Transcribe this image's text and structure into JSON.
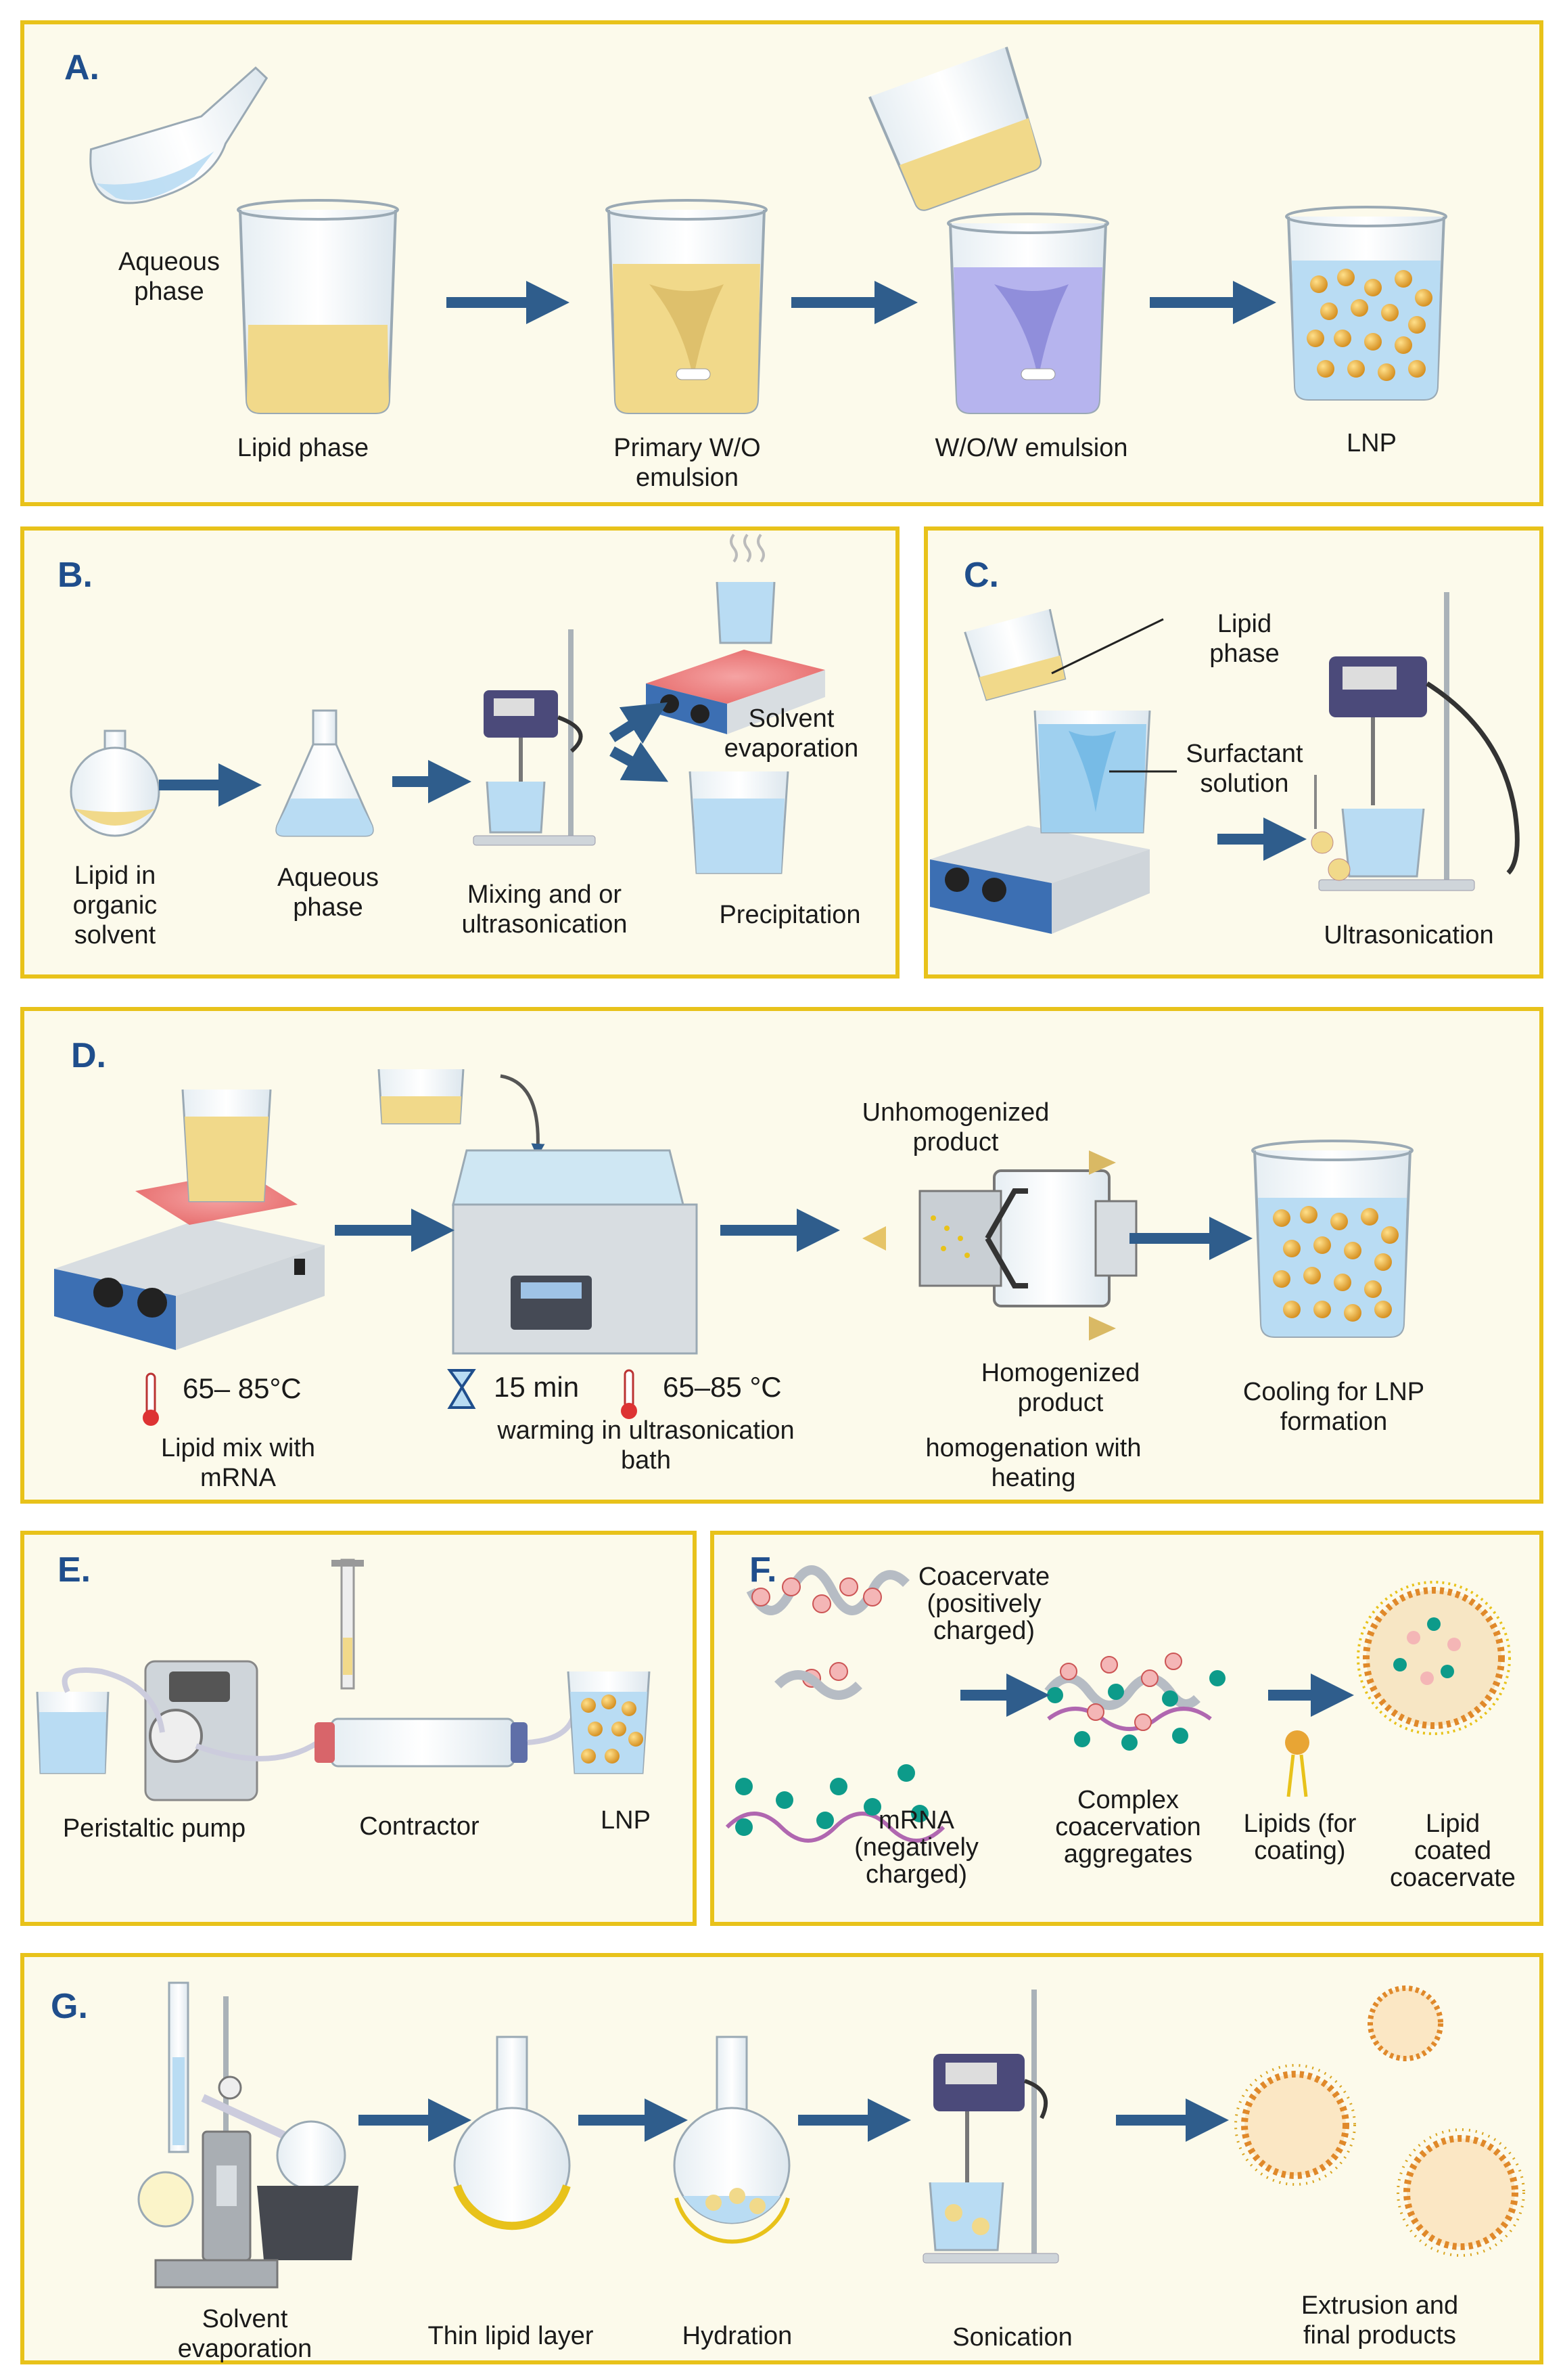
{
  "colors": {
    "panel_border": "#e8c21a",
    "panel_bg": "#fcfaeb",
    "arrow": "#2f5d8c",
    "panel_letter": "#1f4e8c",
    "lipid_yellow": "#f1d98a",
    "aqueous_blue": "#b9dcf3",
    "lnp_orange": "#e8a534"
  },
  "panels": {
    "a": {
      "letter": "A.",
      "aqueous_phase": "Aqueous\nphase",
      "lipid_phase": "Lipid phase",
      "primary_emulsion": "Primary W/O\nemulsion",
      "wow_emulsion": "W/O/W emulsion",
      "lnp": "LNP"
    },
    "b": {
      "letter": "B.",
      "lipid_in_solvent": "Lipid in\norganic\nsolvent",
      "aqueous_phase": "Aqueous\nphase",
      "mixing": "Mixing and or\nultrasonication",
      "solvent_evaporation": "Solvent\nevaporation",
      "precipitation": "Precipitation"
    },
    "c": {
      "letter": "C.",
      "lipid_phase": "Lipid\nphase",
      "surfactant_solution": "Surfactant\nsolution",
      "ultrasonication": "Ultrasonication"
    },
    "d": {
      "letter": "D.",
      "temp_1": "65– 85°C",
      "lipid_mix": "Lipid mix with\nmRNA",
      "time": "15 min",
      "temp_2": "65–85 °C",
      "warming": "warming in ultrasonication\nbath",
      "unhomogenized": "Unhomogenized\nproduct",
      "homogenized": "Homogenized\nproduct",
      "homogenation": "homogenation with\nheating",
      "cooling": "Cooling for LNP\nformation"
    },
    "e": {
      "letter": "E.",
      "pump": "Peristaltic pump",
      "contractor": "Contractor",
      "lnp": "LNP"
    },
    "f": {
      "letter": "F.",
      "coacervate": "Coacervate\n(positively\ncharged)",
      "mrna": "mRNA\n(negatively\ncharged)",
      "complex": "Complex\ncoacervation\naggregates",
      "lipids_coating": "Lipids (for\ncoating)",
      "lipid_coated": "Lipid coated\ncoacervate"
    },
    "g": {
      "letter": "G.",
      "solvent_evaporation": "Solvent\nevaporation",
      "thin_lipid_layer": "Thin lipid layer",
      "hydration": "Hydration",
      "sonication": "Sonication",
      "extrusion": "Extrusion and\nfinal products"
    }
  }
}
